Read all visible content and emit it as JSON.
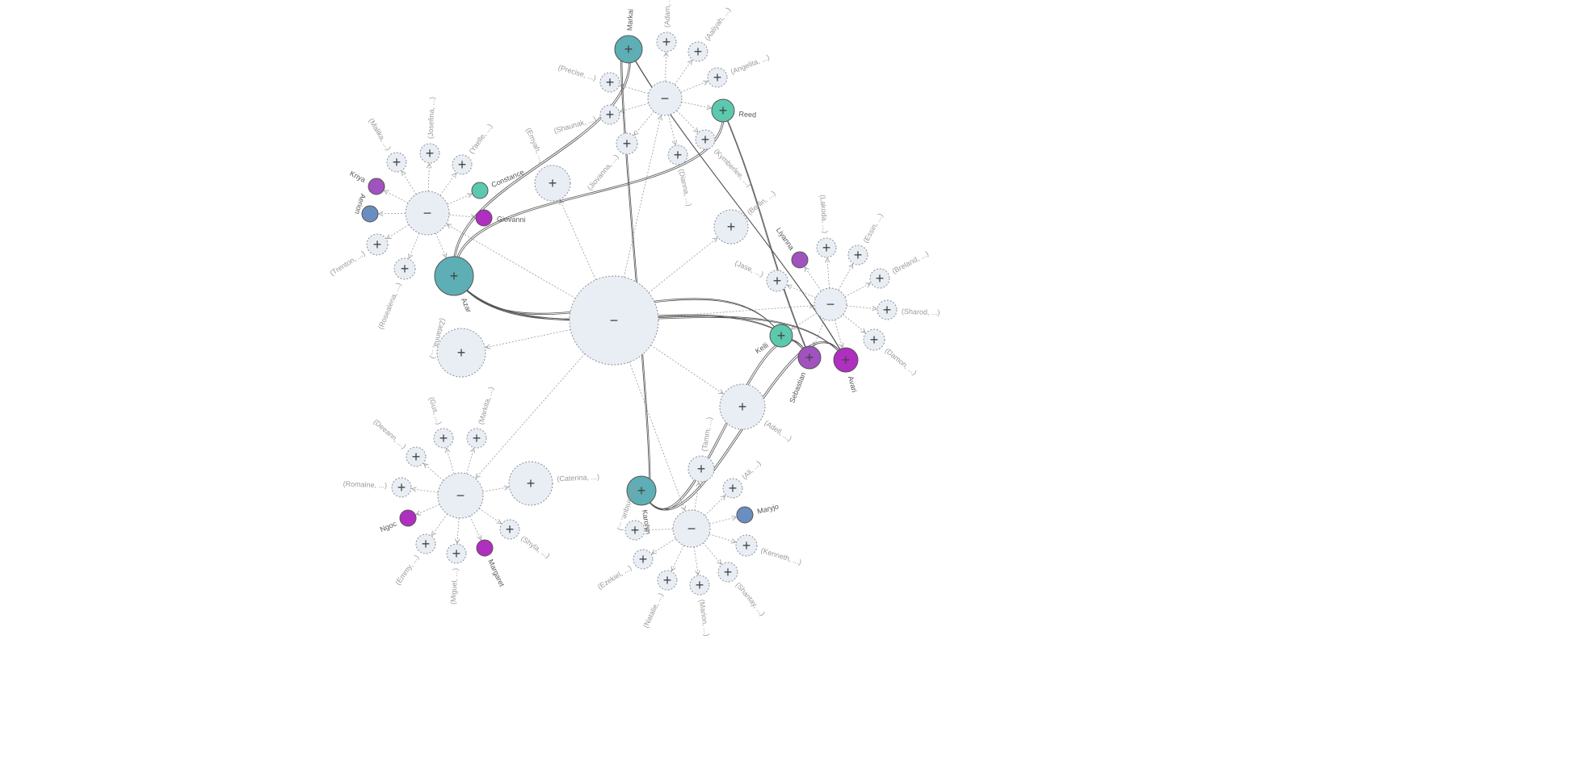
{
  "colors": {
    "group_fill": "#e9eef5",
    "group_stroke": "#8a8f98",
    "teal": "#5eaeb5",
    "green": "#5cc9ae",
    "purple": "#a052be",
    "magenta": "#b02ec0",
    "blue": "#6a8ebf",
    "edge": "#999999",
    "link": "#555555"
  },
  "nodes": [
    {
      "id": "root",
      "label": "",
      "kind": "group",
      "state": "−",
      "parent": null
    },
    {
      "id": "c_top",
      "label": "",
      "kind": "group",
      "state": "−",
      "parent": "root"
    },
    {
      "id": "c_left",
      "label": "",
      "kind": "group",
      "state": "−",
      "parent": "root"
    },
    {
      "id": "c_right",
      "label": "",
      "kind": "group",
      "state": "−",
      "parent": "root"
    },
    {
      "id": "c_bl",
      "label": "",
      "kind": "group",
      "state": "−",
      "parent": "root"
    },
    {
      "id": "c_br",
      "label": "",
      "kind": "group",
      "state": "−",
      "parent": "root"
    },
    {
      "id": "emyah",
      "label": "(Emyah, ...)",
      "kind": "group",
      "state": "+",
      "parent": "root"
    },
    {
      "id": "berlin",
      "label": "(Berlin, ...)",
      "kind": "group",
      "state": "+",
      "parent": "root"
    },
    {
      "id": "zatanna",
      "label": "(Zatanna, ...)",
      "kind": "group",
      "state": "+",
      "parent": "root"
    },
    {
      "id": "adell",
      "label": "(Adell, ...)",
      "kind": "group",
      "state": "+",
      "parent": "root"
    },
    {
      "id": "markai",
      "label": "Markai",
      "kind": "person",
      "color": "teal",
      "state": "+",
      "parent": null
    },
    {
      "id": "adam",
      "label": "(Adam, ...)",
      "kind": "group",
      "state": "+",
      "parent": "c_top"
    },
    {
      "id": "aaliyah",
      "label": "(Aaliyah, ...)",
      "kind": "group",
      "state": "+",
      "parent": "c_top"
    },
    {
      "id": "angelita",
      "label": "(Angelita, ...)",
      "kind": "group",
      "state": "+",
      "parent": "c_top"
    },
    {
      "id": "reed",
      "label": "Reed",
      "kind": "person",
      "color": "green",
      "state": "+",
      "parent": "c_top"
    },
    {
      "id": "kymberlee",
      "label": "(Kymberlee, ...)",
      "kind": "group",
      "state": "+",
      "parent": "c_top"
    },
    {
      "id": "dianna",
      "label": "(Dianna, ...)",
      "kind": "group",
      "state": "+",
      "parent": "c_top"
    },
    {
      "id": "jiovanna",
      "label": "(Jiovanna, ...)",
      "kind": "group",
      "state": "+",
      "parent": "c_top"
    },
    {
      "id": "shaunak",
      "label": "(Shaunak, ...)",
      "kind": "group",
      "state": "+",
      "parent": "c_top"
    },
    {
      "id": "precise",
      "label": "(Precise, ...)",
      "kind": "group",
      "state": "+",
      "parent": "c_top"
    },
    {
      "id": "malika",
      "label": "(Malika, ...)",
      "kind": "group",
      "state": "+",
      "parent": "c_left"
    },
    {
      "id": "josefina",
      "label": "(Josefina, ...)",
      "kind": "group",
      "state": "+",
      "parent": "c_left"
    },
    {
      "id": "yaelle",
      "label": "(Yaelle, ...)",
      "kind": "group",
      "state": "+",
      "parent": "c_left"
    },
    {
      "id": "constance",
      "label": "Constance",
      "kind": "person",
      "color": "green",
      "state": "",
      "parent": "c_left"
    },
    {
      "id": "giovanni",
      "label": "Giovanni",
      "kind": "person",
      "color": "magenta",
      "state": "",
      "parent": "c_left"
    },
    {
      "id": "kriya",
      "label": "Kriya",
      "kind": "person",
      "color": "purple",
      "state": "",
      "parent": "c_left"
    },
    {
      "id": "aerion",
      "label": "Aerion",
      "kind": "person",
      "color": "blue",
      "state": "",
      "parent": "c_left"
    },
    {
      "id": "trenton",
      "label": "(Trenton, ...)",
      "kind": "group",
      "state": "+",
      "parent": "c_left"
    },
    {
      "id": "rosealena",
      "label": "(Rosealena, ...)",
      "kind": "group",
      "state": "+",
      "parent": "c_left"
    },
    {
      "id": "azar",
      "label": "Azar",
      "kind": "person",
      "color": "teal",
      "state": "+",
      "parent": "c_left"
    },
    {
      "id": "liyanna",
      "label": "Liyanna",
      "kind": "person",
      "color": "purple",
      "state": "",
      "parent": "c_right"
    },
    {
      "id": "lakoda",
      "label": "(Lakoda, ...)",
      "kind": "group",
      "state": "+",
      "parent": "c_right"
    },
    {
      "id": "essin",
      "label": "(Essin, ...)",
      "kind": "group",
      "state": "+",
      "parent": "c_right"
    },
    {
      "id": "breland",
      "label": "(Breland, ...)",
      "kind": "group",
      "state": "+",
      "parent": "c_right"
    },
    {
      "id": "sharod",
      "label": "(Sharod, ...)",
      "kind": "group",
      "state": "+",
      "parent": "c_right"
    },
    {
      "id": "damon",
      "label": "(Damon, ...)",
      "kind": "group",
      "state": "+",
      "parent": "c_right"
    },
    {
      "id": "avari",
      "label": "Avari",
      "kind": "person",
      "color": "magenta",
      "state": "+",
      "parent": "c_right"
    },
    {
      "id": "sebastian",
      "label": "Sebastian",
      "kind": "person",
      "color": "purple",
      "state": "+",
      "parent": "c_right"
    },
    {
      "id": "kelli",
      "label": "Kelli",
      "kind": "person",
      "color": "green",
      "state": "+",
      "parent": "c_right"
    },
    {
      "id": "jase",
      "label": "(Jase, ...)",
      "kind": "group",
      "state": "+",
      "parent": "c_right"
    },
    {
      "id": "deeann",
      "label": "(Deeann, ...)",
      "kind": "group",
      "state": "+",
      "parent": "c_bl"
    },
    {
      "id": "gus",
      "label": "(Gus, ...)",
      "kind": "group",
      "state": "+",
      "parent": "c_bl"
    },
    {
      "id": "markita",
      "label": "(Markita, ...)",
      "kind": "group",
      "state": "+",
      "parent": "c_bl"
    },
    {
      "id": "caterina",
      "label": "(Caterina, ...)",
      "kind": "group",
      "state": "+",
      "parent": "c_bl"
    },
    {
      "id": "romaine",
      "label": "(Romaine, ...)",
      "kind": "group",
      "state": "+",
      "parent": "c_bl"
    },
    {
      "id": "ngoc",
      "label": "Ngoc",
      "kind": "person",
      "color": "magenta",
      "state": "",
      "parent": "c_bl"
    },
    {
      "id": "emmy",
      "label": "(Emmy, ...)",
      "kind": "group",
      "state": "+",
      "parent": "c_bl"
    },
    {
      "id": "miguel",
      "label": "(Miguel, ...)",
      "kind": "group",
      "state": "+",
      "parent": "c_bl"
    },
    {
      "id": "margaret",
      "label": "Margaret",
      "kind": "person",
      "color": "magenta",
      "state": "",
      "parent": "c_bl"
    },
    {
      "id": "shyla",
      "label": "(Shyla, ...)",
      "kind": "group",
      "state": "+",
      "parent": "c_bl"
    },
    {
      "id": "karolyn",
      "label": "Karolyn",
      "kind": "person",
      "color": "teal",
      "state": "+",
      "parent": null
    },
    {
      "id": "tamm",
      "label": "(Tamm, ...)",
      "kind": "group",
      "state": "+",
      "parent": "c_br"
    },
    {
      "id": "ali",
      "label": "(Ali, ...)",
      "kind": "group",
      "state": "+",
      "parent": "c_br"
    },
    {
      "id": "maryjo",
      "label": "Maryjo",
      "kind": "person",
      "color": "blue",
      "state": "",
      "parent": "c_br"
    },
    {
      "id": "kenneth",
      "label": "(Kenneth, ...)",
      "kind": "group",
      "state": "+",
      "parent": "c_br"
    },
    {
      "id": "shantay",
      "label": "(Shantay, ...)",
      "kind": "group",
      "state": "+",
      "parent": "c_br"
    },
    {
      "id": "marion",
      "label": "(Marion, ...)",
      "kind": "group",
      "state": "+",
      "parent": "c_br"
    },
    {
      "id": "natalie",
      "label": "(Natalie, ...)",
      "kind": "group",
      "state": "+",
      "parent": "c_br"
    },
    {
      "id": "ezekiel",
      "label": "(Ezekiel, ...)",
      "kind": "group",
      "state": "+",
      "parent": "c_br"
    },
    {
      "id": "veronique",
      "label": "(Veronique, ...)",
      "kind": "group",
      "state": "+",
      "parent": "c_br"
    }
  ],
  "links": [
    [
      "azar",
      "avari"
    ],
    [
      "azar",
      "sebastian"
    ],
    [
      "azar",
      "kelli"
    ],
    [
      "markai",
      "avari"
    ],
    [
      "markai",
      "azar"
    ],
    [
      "reed",
      "sebastian"
    ],
    [
      "reed",
      "azar"
    ],
    [
      "karolyn",
      "avari"
    ],
    [
      "karolyn",
      "markai"
    ],
    [
      "karolyn",
      "sebastian"
    ]
  ]
}
